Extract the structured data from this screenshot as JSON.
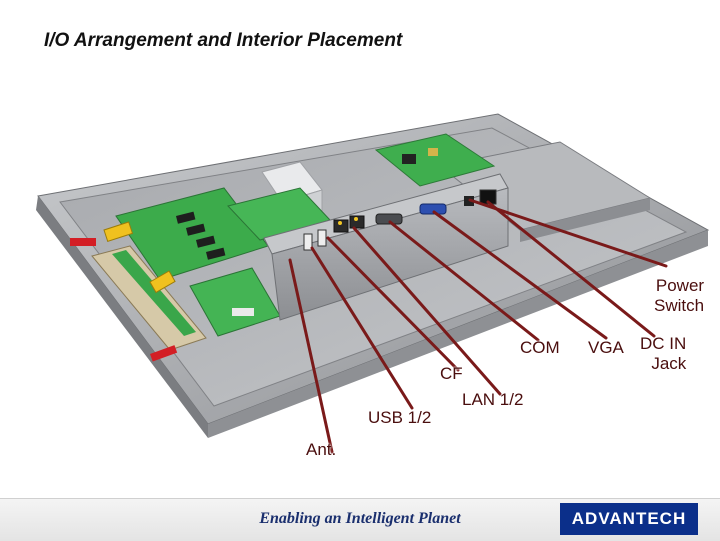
{
  "slide": {
    "title": "I/O Arrangement and Interior Placement"
  },
  "callouts": {
    "power_switch_line1": "Power",
    "power_switch_line2": "Switch",
    "dc_in_line1": "DC IN",
    "dc_in_line2": "Jack",
    "vga": "VGA",
    "com": "COM",
    "lan": "LAN 1/2",
    "cf": "CF",
    "usb": "USB 1/2",
    "ant": "Ant."
  },
  "footer": {
    "tagline": "Enabling an Intelligent Planet",
    "brand": "ADVANTECH"
  },
  "colors": {
    "callout_line": "#7a1a1a",
    "brand_blue": "#0b2f8a",
    "pcb_green": "#3aa64a",
    "chassis_gray": "#9a9ca0"
  }
}
